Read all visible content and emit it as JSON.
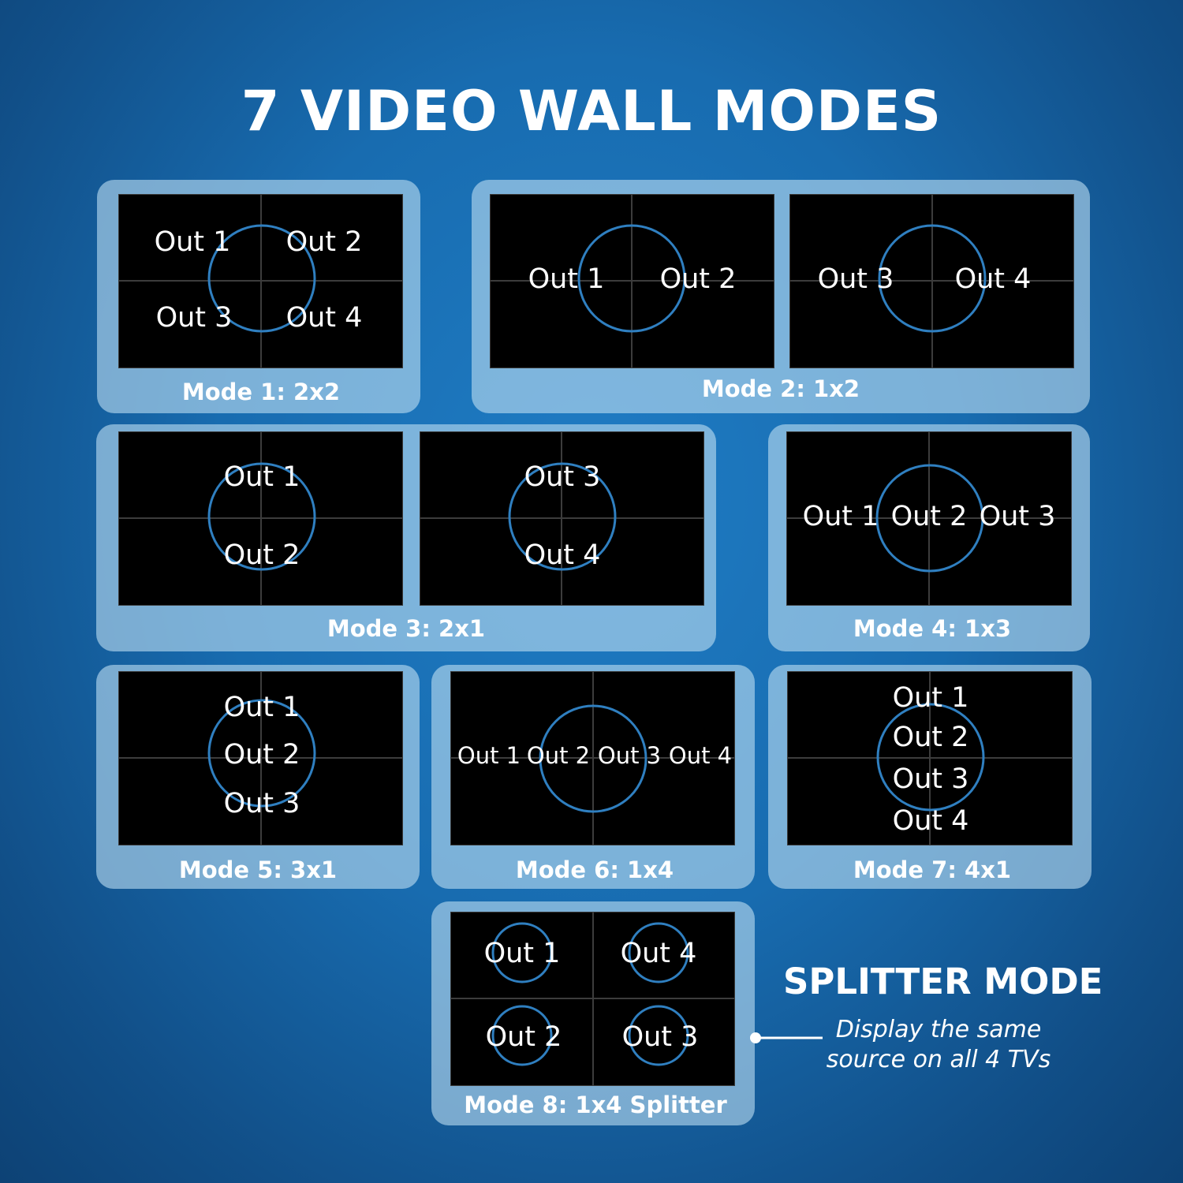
{
  "title": "7 VIDEO WALL MODES",
  "modes": [
    {
      "caption": "Mode 1: 2x2",
      "outputs": [
        "Out 1",
        "Out 2",
        "Out 3",
        "Out 4"
      ]
    },
    {
      "caption": "Mode 2: 1x2",
      "outputs": [
        "Out 1",
        "Out 2",
        "Out 3",
        "Out 4"
      ]
    },
    {
      "caption": "Mode 3: 2x1",
      "outputs": [
        "Out 1",
        "Out 2",
        "Out 3",
        "Out 4"
      ]
    },
    {
      "caption": "Mode 4: 1x3",
      "outputs": [
        "Out 1",
        "Out 2",
        "Out 3"
      ]
    },
    {
      "caption": "Mode 5: 3x1",
      "outputs": [
        "Out 1",
        "Out 2",
        "Out 3"
      ]
    },
    {
      "caption": "Mode 6: 1x4",
      "outputs": [
        "Out 1",
        "Out 2",
        "Out 3",
        "Out 4"
      ]
    },
    {
      "caption": "Mode 7: 4x1",
      "outputs": [
        "Out 1",
        "Out 2",
        "Out 3",
        "Out 4"
      ]
    },
    {
      "caption": "Mode 8: 1x4 Splitter",
      "outputs": [
        "Out 1",
        "Out 4",
        "Out 2",
        "Out 3"
      ]
    }
  ],
  "splitter": {
    "title": "SPLITTER MODE",
    "description": "Display the same source on all 4 TVs"
  },
  "colors": {
    "background": "#1a70b4",
    "panel": "#b9daf0",
    "screen": "#000000",
    "circle": "#2f7fc0",
    "text": "#ffffff"
  }
}
